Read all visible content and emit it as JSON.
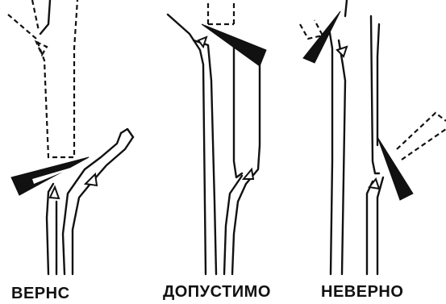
{
  "panels": [
    {
      "caption": "ВЕРНС"
    },
    {
      "caption": "ДОПУСТИМО"
    },
    {
      "caption": "НЕВЕРНО"
    }
  ]
}
